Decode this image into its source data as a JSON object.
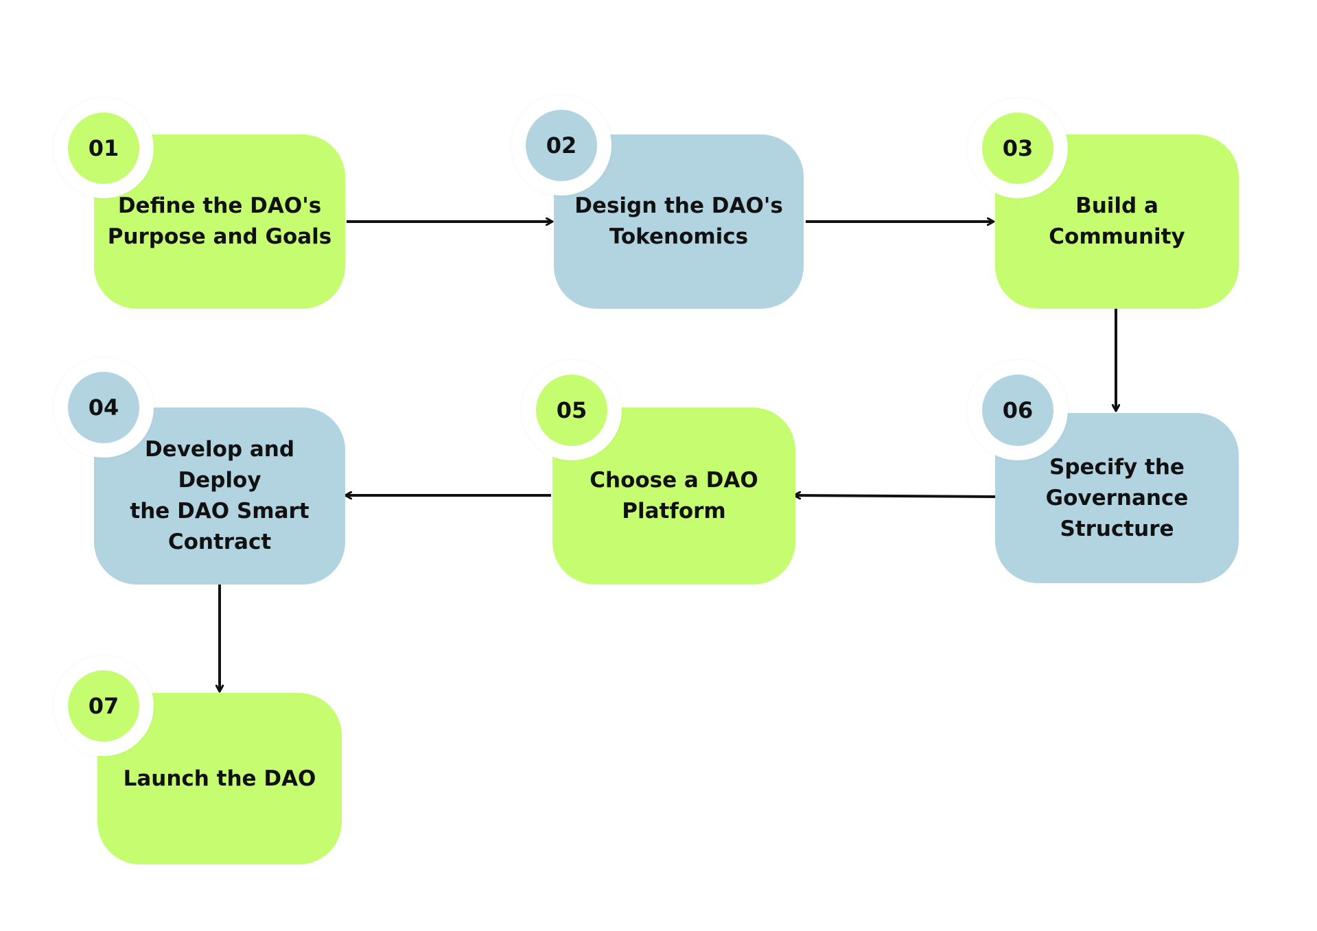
{
  "steps": [
    {
      "number": "01",
      "label": "Define the DAO's\nPurpose and Goals",
      "color": "#c6fd70"
    },
    {
      "number": "02",
      "label": "Design the DAO's\nTokenomics",
      "color": "#b2d4e0"
    },
    {
      "number": "03",
      "label": "Build a Community",
      "color": "#c6fd70"
    },
    {
      "number": "04",
      "label": "Develop and Deploy\nthe DAO Smart\nContract",
      "color": "#b2d4e0"
    },
    {
      "number": "05",
      "label": "Choose a DAO\nPlatform",
      "color": "#c6fd70"
    },
    {
      "number": "06",
      "label": "Specify the\nGovernance\nStructure",
      "color": "#b2d4e0"
    },
    {
      "number": "07",
      "label": "Launch the DAO",
      "color": "#c6fd70"
    }
  ],
  "flow": [
    {
      "from": "01",
      "to": "02"
    },
    {
      "from": "02",
      "to": "03"
    },
    {
      "from": "03",
      "to": "06"
    },
    {
      "from": "06",
      "to": "05"
    },
    {
      "from": "05",
      "to": "04"
    },
    {
      "from": "04",
      "to": "07"
    }
  ],
  "colors": {
    "green": "#c6fd70",
    "blue": "#b2d4e0",
    "text": "#111111",
    "arrow": "#111111"
  }
}
